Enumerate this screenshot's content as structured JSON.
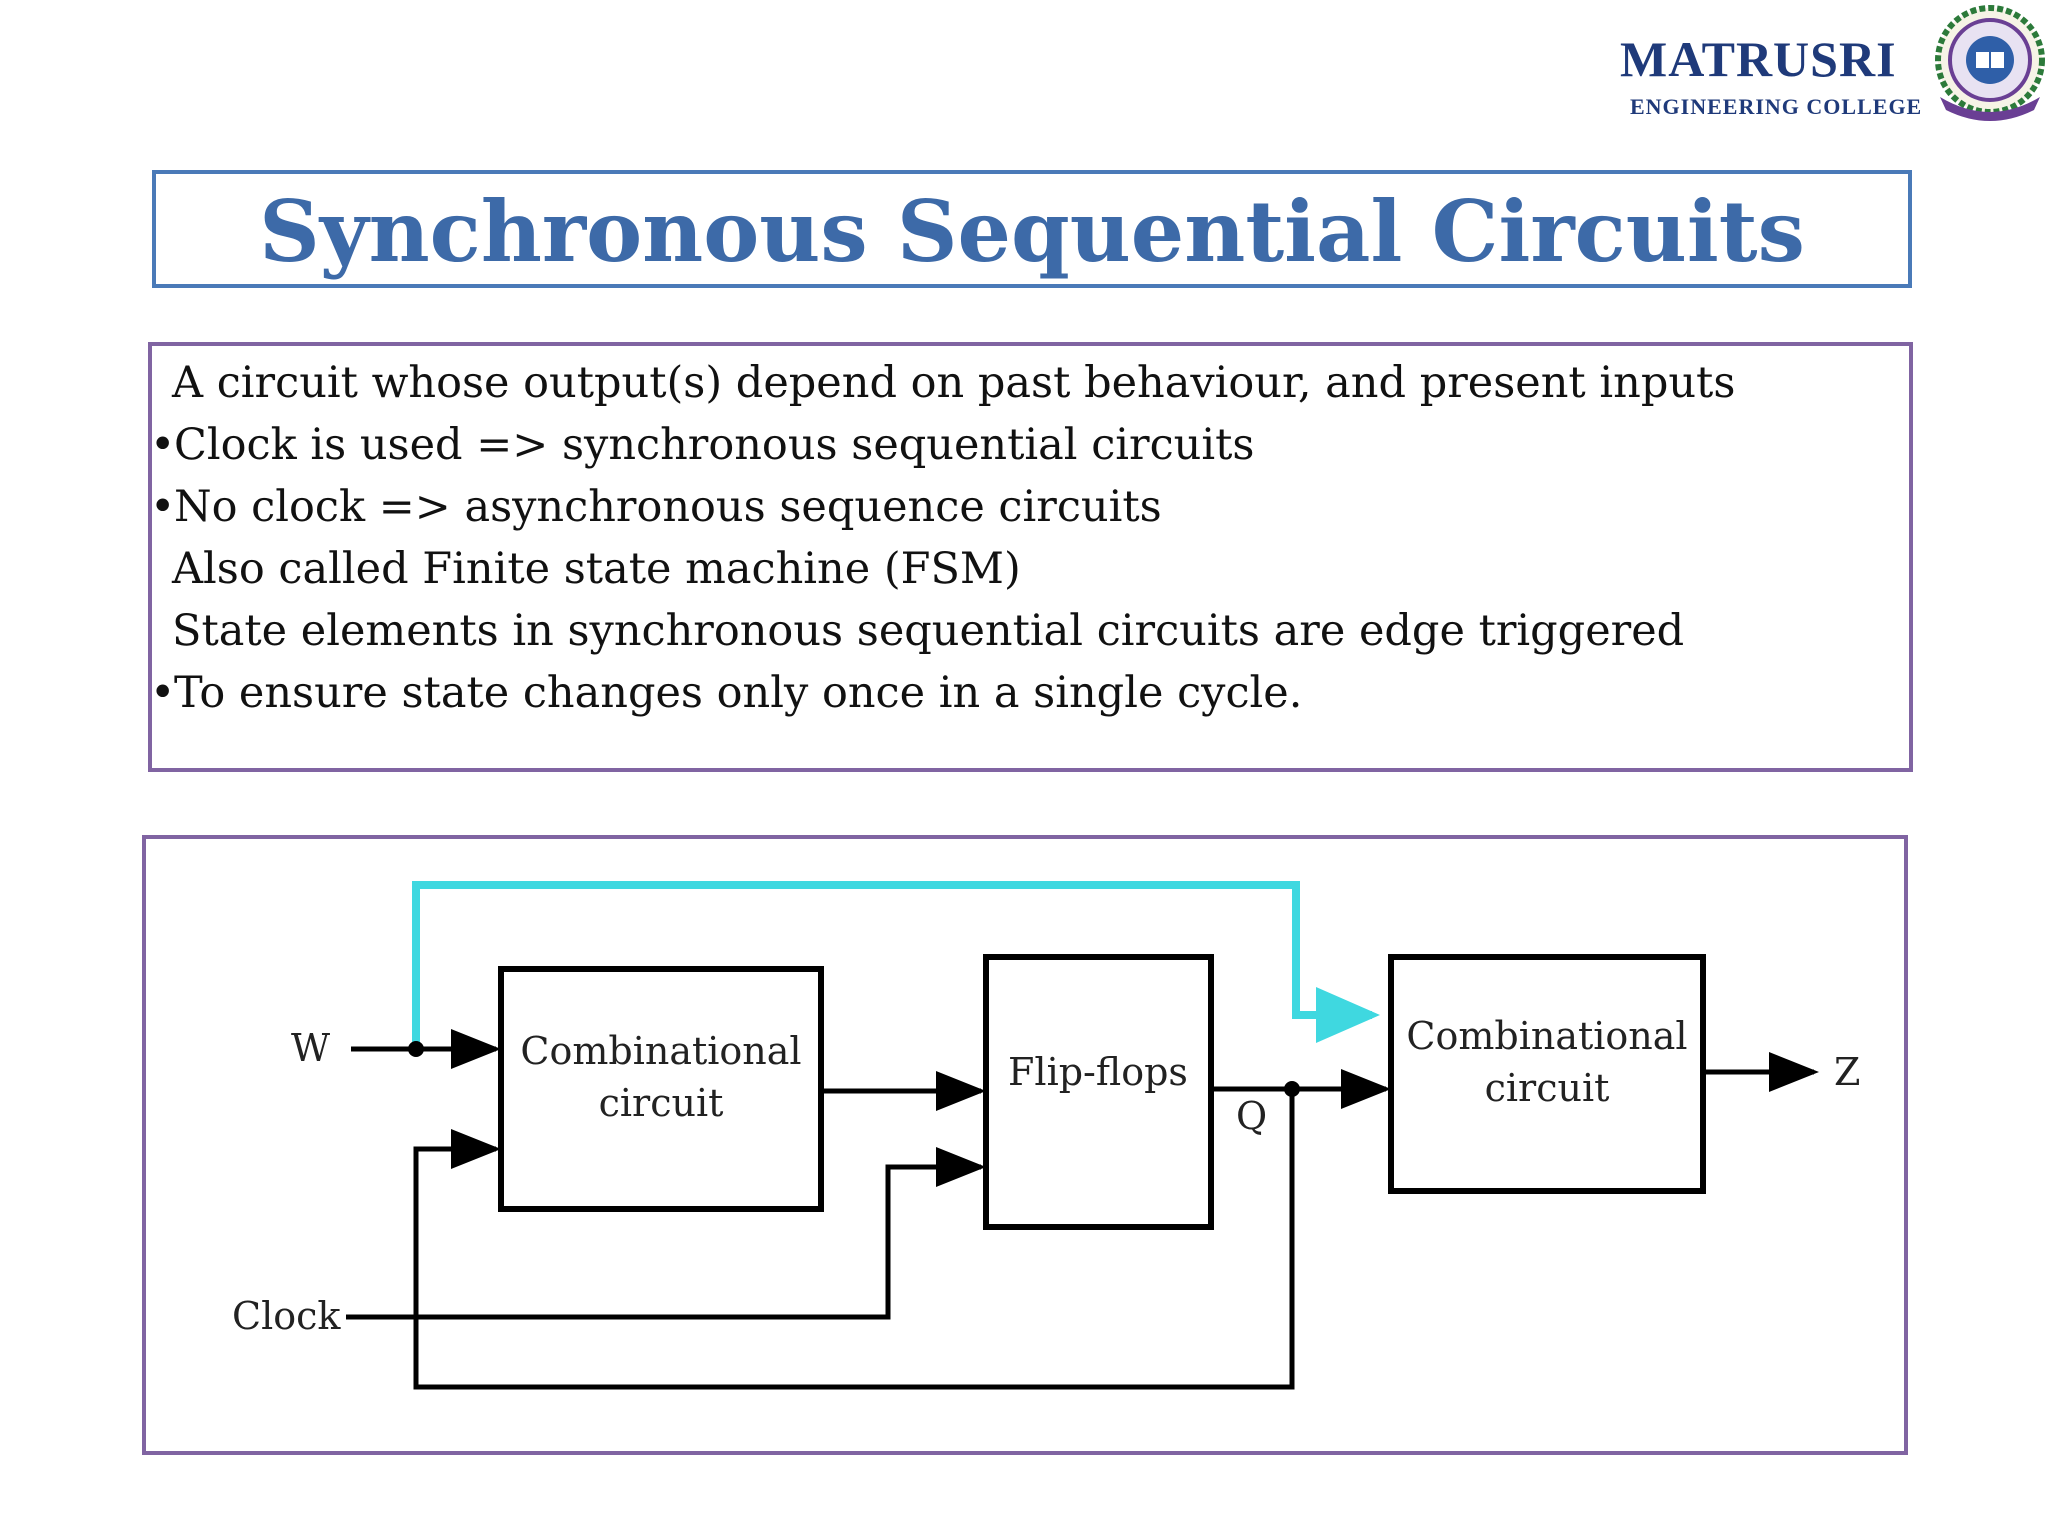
{
  "header": {
    "logo_name": "MATRUSRI",
    "logo_subtitle": "ENGINEERING COLLEGE",
    "brand_color": "#1f3a7a"
  },
  "slide": {
    "title": "Synchronous Sequential Circuits",
    "title_color": "#3d6aa8",
    "bullets": [
      {
        "marker": "",
        "text": "A circuit whose output(s) depend on past behaviour, and present inputs",
        "level": 1
      },
      {
        "marker": "•",
        "text": "Clock is used => synchronous sequential circuits",
        "level": 2
      },
      {
        "marker": "•",
        "text": "No clock => asynchronous sequence circuits",
        "level": 2
      },
      {
        "marker": "",
        "text": "Also called Finite state machine (FSM)",
        "level": 1
      },
      {
        "marker": "",
        "text": "State elements in synchronous sequential circuits are edge triggered",
        "level": 1
      },
      {
        "marker": "•",
        "text": "To ensure state changes only once in a single cycle.",
        "level": 2
      }
    ]
  },
  "diagram": {
    "input_w": "W",
    "input_clock": "Clock",
    "output_z": "Z",
    "state_q": "Q",
    "block1_line1": "Combinational",
    "block1_line2": "circuit",
    "block2": "Flip-flops",
    "block3_line1": "Combinational",
    "block3_line2": "circuit",
    "highlight_color": "#3fd8e0"
  }
}
